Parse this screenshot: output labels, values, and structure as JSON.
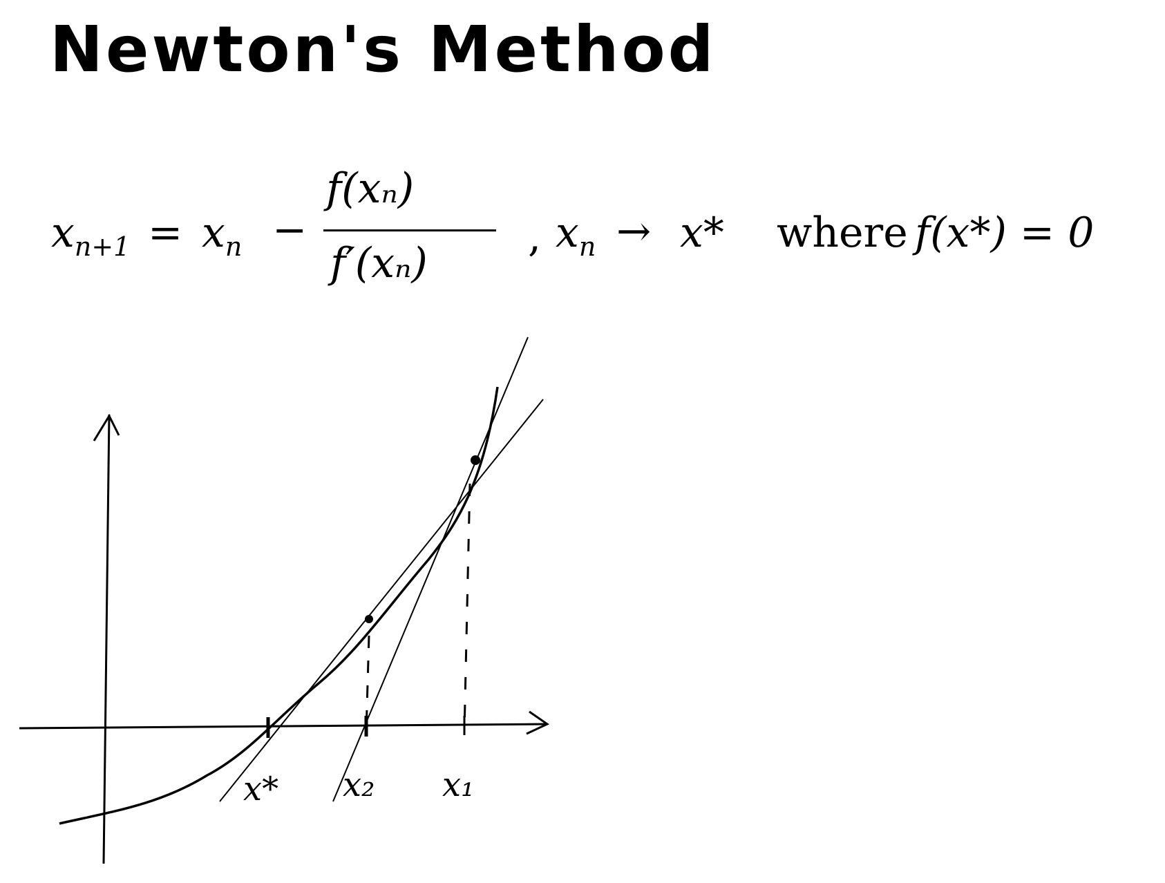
{
  "title": "Newton's Method",
  "formula": {
    "lhs": "x",
    "lhs_sub": "n+1",
    "equals": "=",
    "rhs_x": "x",
    "rhs_x_sub": "n",
    "minus": "−",
    "numerator": "f(xₙ)",
    "denominator": "f′(xₙ)",
    "comma": ",",
    "convergence_lhs": "x",
    "convergence_lhs_sub": "n",
    "arrow": "→",
    "convergence_rhs": "x*",
    "where": "where",
    "root_condition": "f(x*) = 0"
  },
  "diagram": {
    "labels": {
      "root": "x*",
      "x2": "x₂",
      "x1": "x₁"
    }
  }
}
